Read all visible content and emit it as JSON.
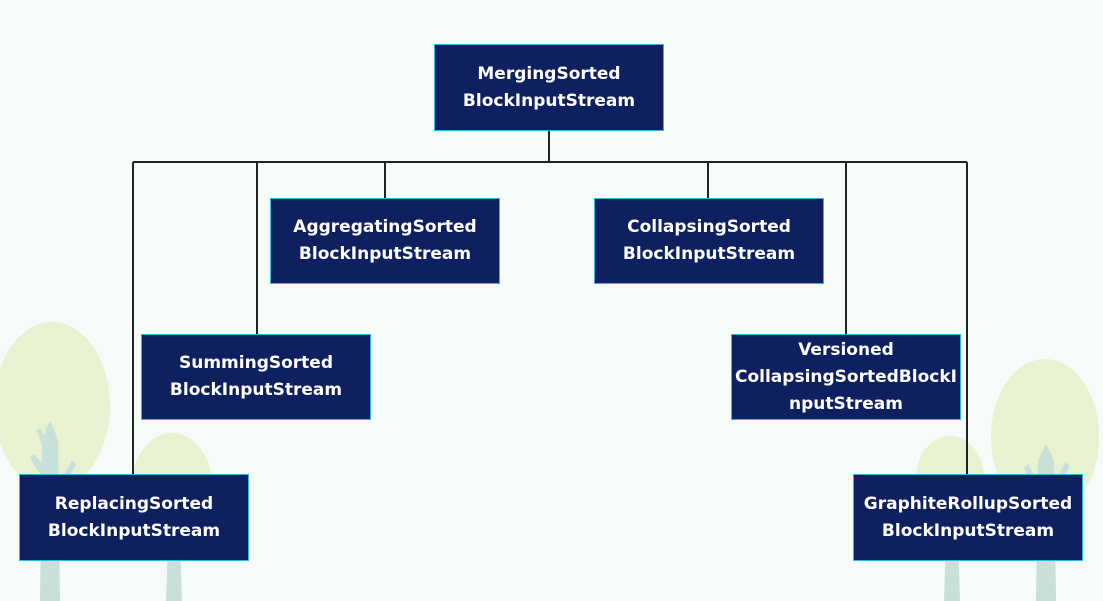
{
  "diagram": {
    "title": "",
    "colors": {
      "background": "#f4fbf8",
      "box_fill": "#0f2060",
      "box_border": "#2fb5e6",
      "box_text": "#ffffff",
      "connector": "#222222",
      "decor_tree_light": "#e7f1cf",
      "decor_tree_trunk": "#c9e1d9"
    },
    "root": {
      "line1": "MergingSorted",
      "line2": "BlockInputStream"
    },
    "children": {
      "replacing": {
        "line1": "ReplacingSorted",
        "line2": "BlockInputStream"
      },
      "summing": {
        "line1": "SummingSorted",
        "line2": "BlockInputStream"
      },
      "aggregating": {
        "line1": "AggregatingSorted",
        "line2": "BlockInputStream"
      },
      "collapsing": {
        "line1": "CollapsingSorted",
        "line2": "BlockInputStream"
      },
      "versioned": {
        "line1": "Versioned",
        "line2": "CollapsingSortedBlockI",
        "line3": "nputStream"
      },
      "graphite": {
        "line1": "GraphiteRollupSorted",
        "line2": "BlockInputStream"
      }
    }
  }
}
